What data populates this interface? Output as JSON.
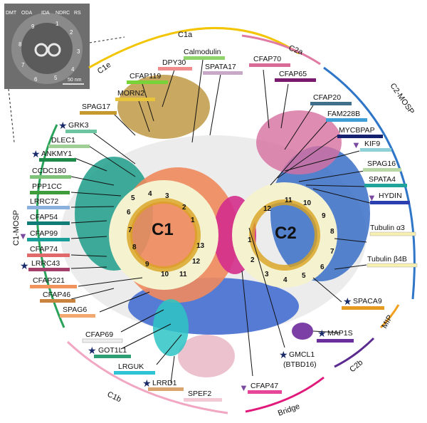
{
  "inset": {
    "top_labels": [
      "DMT",
      "ODA",
      "IDA",
      "NDRC",
      "RS"
    ],
    "doublets": [
      "1",
      "2",
      "3",
      "4",
      "5",
      "6",
      "7",
      "8",
      "9"
    ],
    "scale": "50 nm"
  },
  "segments": {
    "c1a": "C1a",
    "c1e": "C1e",
    "c2a": "C2a",
    "c2mosp": "C2-MOSP",
    "c1mosp": "C1-MOSP",
    "c1b": "C1b",
    "c2b": "C2b",
    "mip": "MIP",
    "bridge": "Bridge"
  },
  "centers": {
    "c1": "C1",
    "c2": "C2"
  },
  "c1_protofilaments": [
    "1",
    "2",
    "3",
    "4",
    "5",
    "6",
    "7",
    "8",
    "9",
    "10",
    "11",
    "12",
    "13"
  ],
  "c2_protofilaments": [
    "1",
    "2",
    "3",
    "4",
    "5",
    "6",
    "7",
    "8",
    "9",
    "10",
    "11",
    "12"
  ],
  "proteins": {
    "calmodulin": "Calmodulin",
    "dpy30": "DPY30",
    "spata17": "SPATA17",
    "cfap119": "CFAP119",
    "morn2": "MORN2",
    "spag17": "SPAG17",
    "grk3": "GRK3",
    "dlec1": "DLEC1",
    "ankmy1": "ANKMY1",
    "ccdc180": "CCDC180",
    "ppp1cc": "PPP1CC",
    "lrrc72": "LRRC72",
    "cfap54": "CFAP54",
    "cfap99": "CFAP99",
    "cfap74": "CFAP74",
    "lrrc43": "LRRC43",
    "cfap221": "CFAP221",
    "cfap46": "CFAP46",
    "spag6": "SPAG6",
    "cfap69": "CFAP69",
    "got1l1": "GOT1L1",
    "lrguk": "LRGUK",
    "lrrd1": "LRRD1",
    "spef2": "SPEF2",
    "cfap47": "CFAP47",
    "gmcl1": "GMCL1",
    "btbd16": "(BTBD16)",
    "map1s": "MAP1S",
    "spaca9": "SPACA9",
    "tub_b4b": "Tubulin β4B",
    "tub_a3": "Tubulin α3",
    "hydin": "HYDIN",
    "spata4": "SPATA4",
    "spag16": "SPAG16",
    "kif9": "KIF9",
    "mycbpap": "MYCBPAP",
    "fam228b": "FAM228B",
    "cfap20": "CFAP20",
    "cfap65": "CFAP65",
    "cfap70": "CFAP70"
  },
  "colors": {
    "c1a": "#f2c500",
    "c2a": "#e07aa2",
    "c2mosp": "#2f76c8",
    "c1mosp": "#2aa35a",
    "c1b": "#f1a6c2",
    "c2b": "#5b2a91",
    "mip": "#f2a020",
    "bridge": "#e0197a",
    "star": "#1a2b6b",
    "triangle": "#7a4aa0"
  }
}
